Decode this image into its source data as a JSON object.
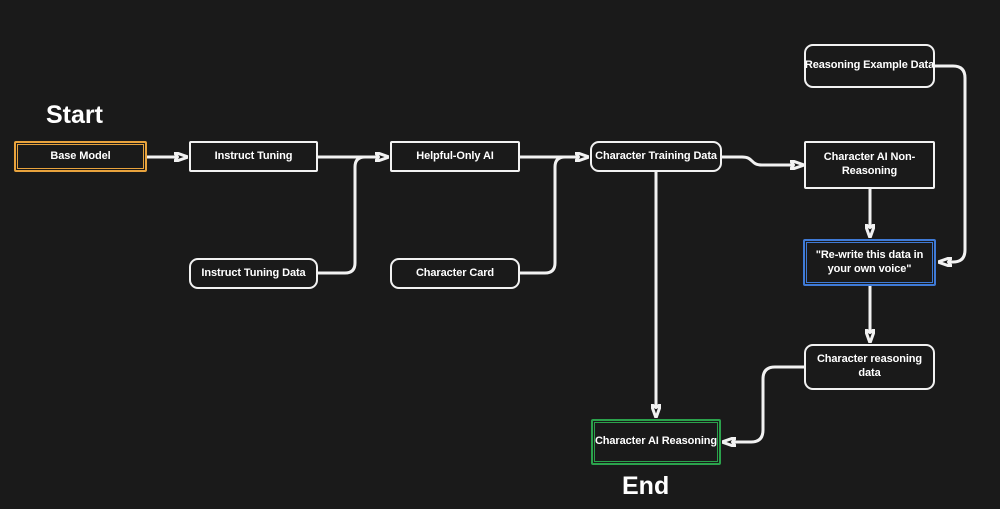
{
  "diagram": {
    "start_label": "Start",
    "end_label": "End",
    "nodes": [
      {
        "id": "base-model",
        "label": "Base Model",
        "style": "start-accent-orange"
      },
      {
        "id": "instruct-tuning",
        "label": "Instruct Tuning",
        "style": "process"
      },
      {
        "id": "instruct-tuning-data",
        "label": "Instruct Tuning Data",
        "style": "data-rounded"
      },
      {
        "id": "helpful-only-ai",
        "label": "Helpful-Only AI",
        "style": "process"
      },
      {
        "id": "character-card",
        "label": "Character Card",
        "style": "data-rounded"
      },
      {
        "id": "character-training-data",
        "label": "Character Training Data",
        "style": "data-rounded"
      },
      {
        "id": "reasoning-example-data",
        "label": "Reasoning Example Data",
        "style": "data-rounded"
      },
      {
        "id": "character-ai-non-reasoning",
        "label": "Character AI Non-Reasoning",
        "style": "process"
      },
      {
        "id": "rewrite-prompt",
        "label": "\"Re-write this data in your own voice\"",
        "style": "accent-blue"
      },
      {
        "id": "character-reasoning-data",
        "label": "Character reasoning data",
        "style": "data-rounded"
      },
      {
        "id": "character-ai-reasoning",
        "label": "Character AI Reasoning",
        "style": "end-accent-green"
      }
    ],
    "edges": [
      {
        "from": "base-model",
        "to": "instruct-tuning"
      },
      {
        "from": "instruct-tuning",
        "to": "helpful-only-ai"
      },
      {
        "from": "instruct-tuning-data",
        "to": "helpful-only-ai"
      },
      {
        "from": "helpful-only-ai",
        "to": "character-training-data"
      },
      {
        "from": "character-card",
        "to": "character-training-data"
      },
      {
        "from": "character-training-data",
        "to": "character-ai-non-reasoning"
      },
      {
        "from": "character-training-data",
        "to": "character-ai-reasoning"
      },
      {
        "from": "reasoning-example-data",
        "to": "rewrite-prompt"
      },
      {
        "from": "character-ai-non-reasoning",
        "to": "rewrite-prompt"
      },
      {
        "from": "rewrite-prompt",
        "to": "character-reasoning-data"
      },
      {
        "from": "character-reasoning-data",
        "to": "character-ai-reasoning"
      }
    ],
    "colors": {
      "background": "#1A1A1A",
      "node_border": "#F2F2F2",
      "connector": "#F2F2F2",
      "text": "#FFFFFF",
      "start_node_border": "#E8A33D",
      "rewrite_node_border": "#3F7AD6",
      "end_node_border": "#2BA24C"
    }
  }
}
